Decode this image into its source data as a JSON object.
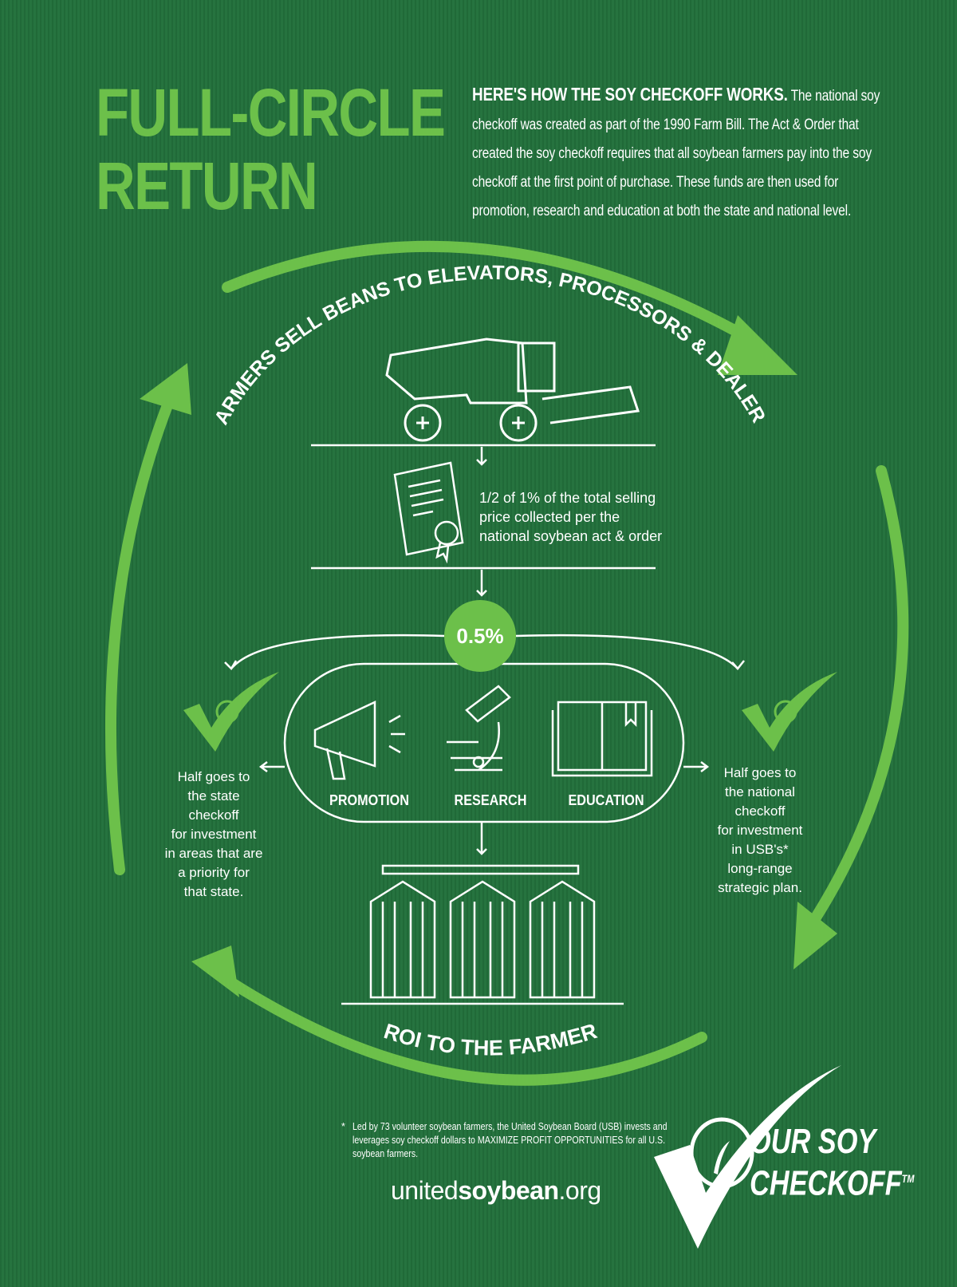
{
  "title": {
    "line1": "FULL-CIRCLE",
    "line2": "RETURN"
  },
  "intro": {
    "lead": "HERE'S HOW THE SOY CHECKOFF WORKS.",
    "body": "The national soy checkoff was created as part of the 1990 Farm Bill. The Act & Order that created the soy checkoff requires that all soybean farmers pay into the soy checkoff at the first point of purchase. These funds are then used for promotion, research and education at both the state and national level."
  },
  "cycle": {
    "top_label": "FARMERS SELL BEANS TO ELEVATORS, PROCESSORS & DEALERS",
    "bottom_label": "ROI TO THE FARMER"
  },
  "collection_text": {
    "line1": "1/2 of 1% of the total selling",
    "line2": "price collected per the",
    "line3": "national soybean act & order"
  },
  "rate": "0.5%",
  "uses": [
    "PROMOTION",
    "RESEARCH",
    "EDUCATION"
  ],
  "state_text": [
    "Half goes to",
    "the state",
    "checkoff",
    "for investment",
    "in areas that are",
    "a priority for",
    "that state."
  ],
  "national_text": [
    "Half goes to",
    "the national",
    "checkoff",
    "for investment",
    "in USB's*",
    "long-range",
    "strategic plan."
  ],
  "footnote": {
    "star": "*",
    "text": "Led by 73 volunteer soybean farmers, the United Soybean Board (USB) invests and leverages soy checkoff dollars to MAXIMIZE PROFIT OPPORTUNITIES for all U.S. soybean farmers."
  },
  "url": {
    "prefix": "united",
    "bold": "soybean",
    "suffix": ".org"
  },
  "logo": {
    "line1": "OUR SOY",
    "line2": "CHECKOFF",
    "tm": "TM"
  },
  "colors": {
    "background": "#22703b",
    "accent": "#6cc04a",
    "text": "#ffffff"
  }
}
